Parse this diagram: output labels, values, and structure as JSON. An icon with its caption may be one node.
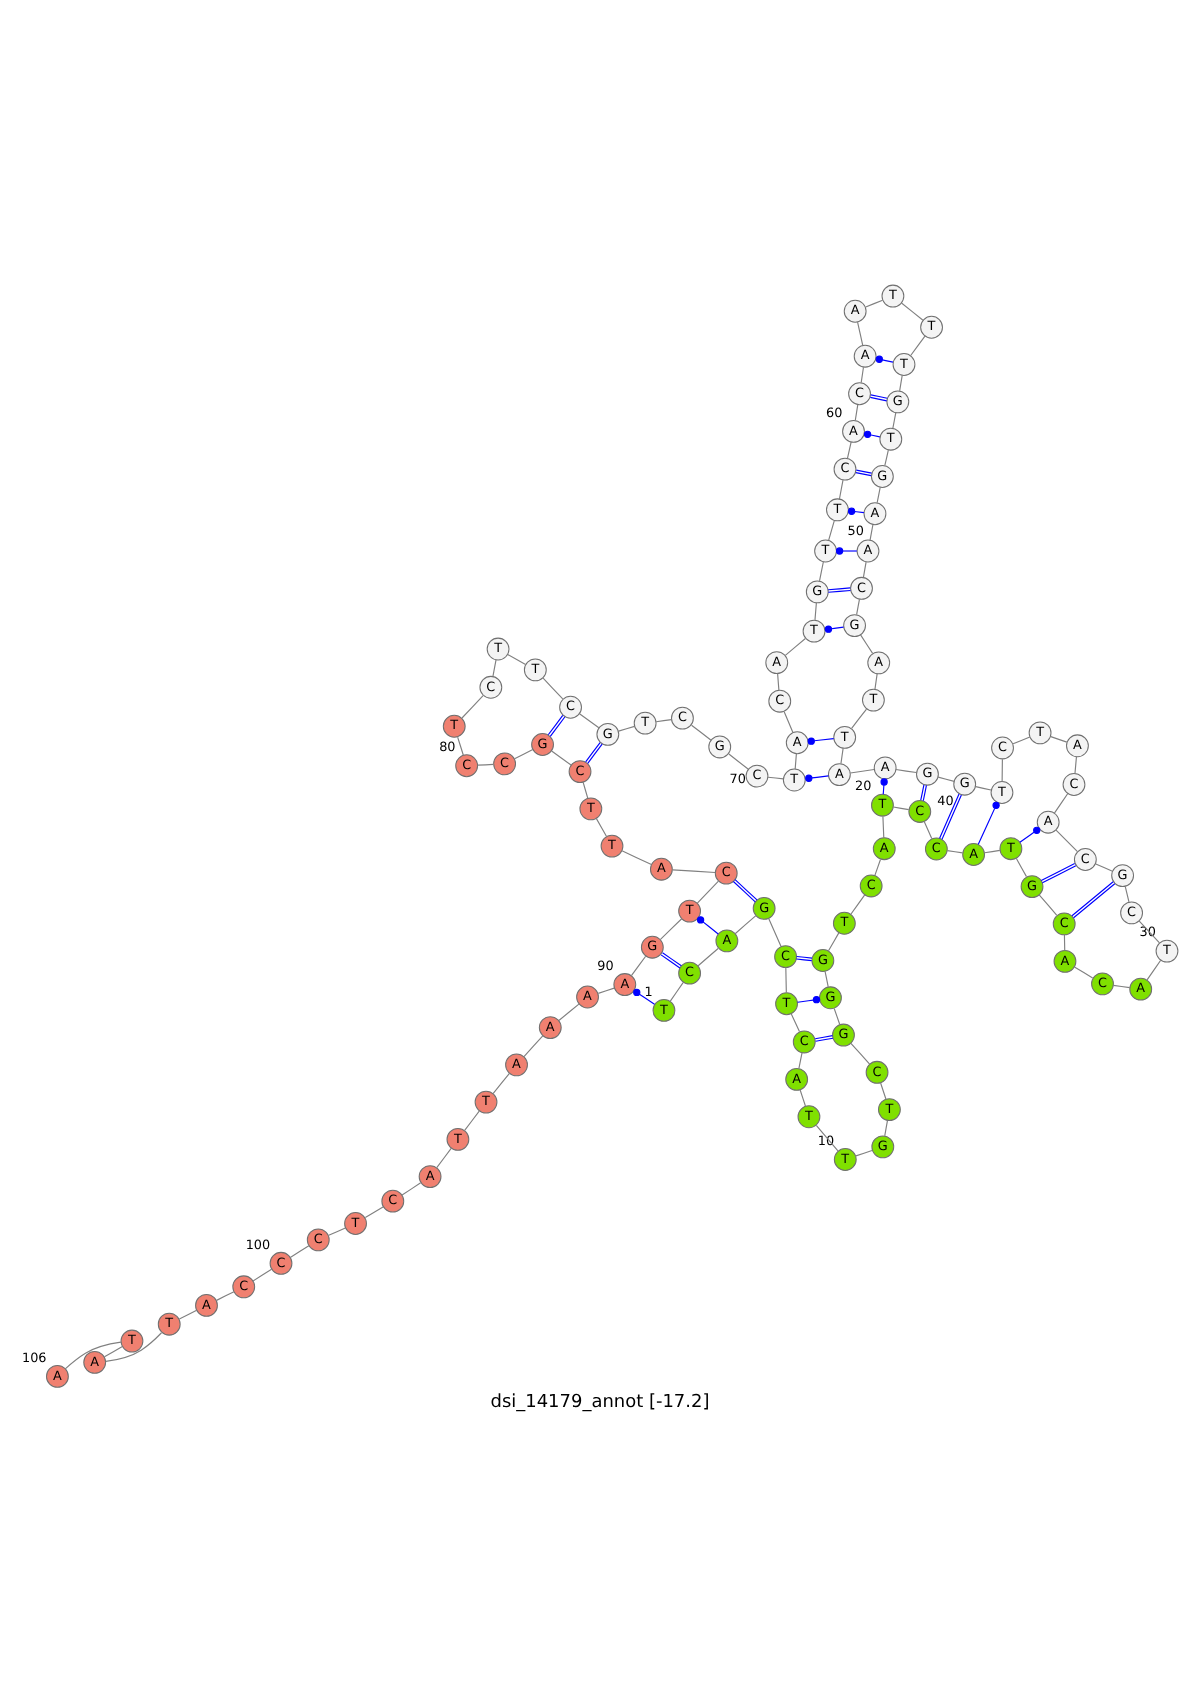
{
  "diagram": {
    "caption": "dsi_14179_annot [-17.2]",
    "nodes": [
      {
        "text": [
          "T"
        ],
        "beside": [
          "1"
        ]
      },
      {
        "text": [
          "C"
        ]
      },
      {
        "text": [
          "A"
        ]
      },
      {
        "text": [
          "G"
        ]
      },
      {
        "text": [
          "C"
        ]
      },
      {
        "text": [
          "T"
        ]
      },
      {
        "text": [
          "C"
        ]
      },
      {
        "text": [
          "A"
        ]
      },
      {
        "text": [
          "T"
        ]
      },
      {
        "text": [
          "T"
        ],
        "beside": [
          "10"
        ]
      },
      {
        "text": [
          "G"
        ]
      },
      {
        "text": [
          "T"
        ]
      },
      {
        "text": [
          "C"
        ]
      },
      {
        "text": [
          "G"
        ]
      },
      {
        "text": [
          "G"
        ]
      },
      {
        "text": [
          "G"
        ]
      },
      {
        "text": [
          "T"
        ]
      },
      {
        "text": [
          "C"
        ]
      },
      {
        "text": [
          "A"
        ]
      },
      {
        "text": [
          "T"
        ],
        "beside": [
          "20"
        ]
      },
      {
        "text": [
          "C"
        ]
      },
      {
        "text": [
          "C"
        ]
      },
      {
        "text": [
          "A"
        ]
      },
      {
        "text": [
          "T"
        ]
      },
      {
        "text": [
          "G"
        ]
      },
      {
        "text": [
          "C"
        ]
      },
      {
        "text": [
          "A"
        ]
      },
      {
        "text": [
          "C"
        ]
      },
      {
        "text": [
          "A"
        ]
      },
      {
        "text": [
          "T"
        ],
        "beside": [
          "30"
        ]
      },
      {
        "text": [
          "C"
        ]
      },
      {
        "text": [
          "G"
        ]
      },
      {
        "text": [
          "C"
        ]
      },
      {
        "text": [
          "A"
        ]
      },
      {
        "text": [
          "C"
        ]
      },
      {
        "text": [
          "A"
        ]
      },
      {
        "text": [
          "T"
        ]
      },
      {
        "text": [
          "C"
        ]
      },
      {
        "text": [
          "T"
        ]
      },
      {
        "text": [
          "G"
        ],
        "beside": [
          "40"
        ]
      },
      {
        "text": [
          "G"
        ]
      },
      {
        "text": [
          "A"
        ]
      },
      {
        "text": [
          "A"
        ]
      },
      {
        "text": [
          "T"
        ]
      },
      {
        "text": [
          "T"
        ]
      },
      {
        "text": [
          "A"
        ]
      },
      {
        "text": [
          "G"
        ]
      },
      {
        "text": [
          "C"
        ]
      },
      {
        "text": [
          "A"
        ]
      },
      {
        "text": [
          "A"
        ],
        "beside": [
          "50"
        ]
      },
      {
        "text": [
          "G"
        ]
      },
      {
        "text": [
          "T"
        ]
      },
      {
        "text": [
          "G"
        ]
      },
      {
        "text": [
          "T"
        ]
      },
      {
        "text": [
          "T"
        ]
      },
      {
        "text": [
          "T"
        ]
      },
      {
        "text": [
          "A"
        ]
      },
      {
        "text": [
          "A"
        ]
      },
      {
        "text": [
          "C"
        ]
      },
      {
        "text": [
          "A"
        ],
        "beside": [
          "60"
        ]
      },
      {
        "text": [
          "C"
        ]
      },
      {
        "text": [
          "T"
        ]
      },
      {
        "text": [
          "T"
        ]
      },
      {
        "text": [
          "G"
        ]
      },
      {
        "text": [
          "T"
        ]
      },
      {
        "text": [
          "A"
        ]
      },
      {
        "text": [
          "C"
        ]
      },
      {
        "text": [
          "A"
        ]
      },
      {
        "text": [
          "T"
        ]
      },
      {
        "text": [
          "C"
        ],
        "beside": [
          "70"
        ]
      },
      {
        "text": [
          "G"
        ]
      },
      {
        "text": [
          "C"
        ]
      },
      {
        "text": [
          "T"
        ]
      },
      {
        "text": [
          "G"
        ]
      },
      {
        "text": [
          "C"
        ]
      },
      {
        "text": [
          "T"
        ]
      },
      {
        "text": [
          "T"
        ]
      },
      {
        "text": [
          "C"
        ]
      },
      {
        "text": [
          "T"
        ]
      },
      {
        "text": [
          "C"
        ],
        "beside": [
          "80"
        ]
      },
      {
        "text": [
          "C"
        ]
      },
      {
        "text": [
          "G"
        ]
      },
      {
        "text": [
          "C"
        ]
      },
      {
        "text": [
          "T"
        ]
      },
      {
        "text": [
          "T"
        ]
      },
      {
        "text": [
          "A"
        ]
      },
      {
        "text": [
          "C"
        ]
      },
      {
        "text": [
          "T"
        ]
      },
      {
        "text": [
          "G"
        ]
      },
      {
        "text": [
          "A"
        ],
        "beside": [
          "90"
        ]
      },
      {
        "text": [
          "A"
        ]
      },
      {
        "text": [
          "A"
        ]
      },
      {
        "text": [
          "A"
        ]
      },
      {
        "text": [
          "T"
        ]
      },
      {
        "text": [
          "T"
        ]
      },
      {
        "text": [
          "A"
        ]
      },
      {
        "text": [
          "C"
        ]
      },
      {
        "text": [
          "T"
        ]
      },
      {
        "text": [
          "C"
        ]
      },
      {
        "text": [
          "C"
        ],
        "beside": [
          "100"
        ]
      },
      {
        "text": [
          "C"
        ]
      },
      {
        "text": [
          "A"
        ]
      },
      {
        "text": [
          "T"
        ]
      },
      {
        "text": [
          "A"
        ]
      },
      {
        "text": [
          "T"
        ]
      },
      {
        "text": [
          "A"
        ],
        "beside": [
          "106"
        ]
      }
    ],
    "edges": [
      {
        "from": 0,
        "to": 1,
        "arrow": "none"
      },
      {
        "from": 1,
        "to": 2,
        "arrow": "none"
      },
      {
        "from": 2,
        "to": 3,
        "arrow": "none"
      },
      {
        "from": 3,
        "to": 4,
        "arrow": "none"
      },
      {
        "from": 4,
        "to": 5,
        "arrow": "none"
      },
      {
        "from": 5,
        "to": 6,
        "arrow": "none"
      },
      {
        "from": 6,
        "to": 7,
        "arrow": "none"
      },
      {
        "from": 7,
        "to": 8,
        "arrow": "none"
      },
      {
        "from": 8,
        "to": 9,
        "arrow": "none"
      },
      {
        "from": 9,
        "to": 10,
        "arrow": "none"
      },
      {
        "from": 10,
        "to": 11,
        "arrow": "none"
      },
      {
        "from": 11,
        "to": 12,
        "arrow": "none"
      },
      {
        "from": 12,
        "to": 13,
        "arrow": "none"
      },
      {
        "from": 13,
        "to": 14,
        "arrow": "none"
      },
      {
        "from": 14,
        "to": 15,
        "arrow": "none"
      },
      {
        "from": 15,
        "to": 16,
        "arrow": "none"
      },
      {
        "from": 16,
        "to": 17,
        "arrow": "none"
      },
      {
        "from": 17,
        "to": 18,
        "arrow": "none"
      },
      {
        "from": 18,
        "to": 19,
        "arrow": "none"
      },
      {
        "from": 19,
        "to": 20,
        "arrow": "none"
      },
      {
        "from": 20,
        "to": 21,
        "arrow": "none"
      },
      {
        "from": 21,
        "to": 22,
        "arrow": "none"
      },
      {
        "from": 22,
        "to": 23,
        "arrow": "none"
      },
      {
        "from": 23,
        "to": 24,
        "arrow": "none"
      },
      {
        "from": 24,
        "to": 25,
        "arrow": "none"
      },
      {
        "from": 25,
        "to": 26,
        "arrow": "none"
      },
      {
        "from": 26,
        "to": 27,
        "arrow": "none"
      },
      {
        "from": 27,
        "to": 28,
        "arrow": "none"
      },
      {
        "from": 28,
        "to": 29,
        "arrow": "none"
      },
      {
        "from": 29,
        "to": 30,
        "arrow": "none"
      },
      {
        "from": 30,
        "to": 31,
        "arrow": "none"
      },
      {
        "from": 31,
        "to": 32,
        "arrow": "none"
      },
      {
        "from": 32,
        "to": 33,
        "arrow": "none"
      },
      {
        "from": 33,
        "to": 34,
        "arrow": "none"
      },
      {
        "from": 34,
        "to": 35,
        "arrow": "none"
      },
      {
        "from": 35,
        "to": 36,
        "arrow": "none"
      },
      {
        "from": 36,
        "to": 37,
        "arrow": "none"
      },
      {
        "from": 37,
        "to": 38,
        "arrow": "none"
      },
      {
        "from": 38,
        "to": 39,
        "arrow": "none"
      },
      {
        "from": 39,
        "to": 40,
        "arrow": "none"
      },
      {
        "from": 40,
        "to": 41,
        "arrow": "none"
      },
      {
        "from": 41,
        "to": 42,
        "arrow": "none"
      },
      {
        "from": 42,
        "to": 43,
        "arrow": "none"
      },
      {
        "from": 43,
        "to": 44,
        "arrow": "none"
      },
      {
        "from": 44,
        "to": 45,
        "arrow": "none"
      },
      {
        "from": 45,
        "to": 46,
        "arrow": "none"
      },
      {
        "from": 46,
        "to": 47,
        "arrow": "none"
      },
      {
        "from": 47,
        "to": 48,
        "arrow": "none"
      },
      {
        "from": 48,
        "to": 49,
        "arrow": "none"
      },
      {
        "from": 49,
        "to": 50,
        "arrow": "none"
      },
      {
        "from": 50,
        "to": 51,
        "arrow": "none"
      },
      {
        "from": 51,
        "to": 52,
        "arrow": "none"
      },
      {
        "from": 52,
        "to": 53,
        "arrow": "none"
      },
      {
        "from": 53,
        "to": 54,
        "arrow": "none"
      },
      {
        "from": 54,
        "to": 55,
        "arrow": "none"
      },
      {
        "from": 55,
        "to": 56,
        "arrow": "none"
      },
      {
        "from": 56,
        "to": 57,
        "arrow": "none"
      },
      {
        "from": 57,
        "to": 58,
        "arrow": "none"
      },
      {
        "from": 58,
        "to": 59,
        "arrow": "none"
      },
      {
        "from": 59,
        "to": 60,
        "arrow": "none"
      },
      {
        "from": 60,
        "to": 61,
        "arrow": "none"
      },
      {
        "from": 61,
        "to": 62,
        "arrow": "none"
      },
      {
        "from": 62,
        "to": 63,
        "arrow": "none"
      },
      {
        "from": 63,
        "to": 64,
        "arrow": "none"
      },
      {
        "from": 64,
        "to": 65,
        "arrow": "none"
      },
      {
        "from": 65,
        "to": 66,
        "arrow": "none"
      },
      {
        "from": 66,
        "to": 67,
        "arrow": "none"
      },
      {
        "from": 67,
        "to": 68,
        "arrow": "none"
      },
      {
        "from": 68,
        "to": 69,
        "arrow": "none"
      },
      {
        "from": 69,
        "to": 70,
        "arrow": "none"
      },
      {
        "from": 70,
        "to": 71,
        "arrow": "none"
      },
      {
        "from": 71,
        "to": 72,
        "arrow": "none"
      },
      {
        "from": 72,
        "to": 73,
        "arrow": "none"
      },
      {
        "from": 73,
        "to": 74,
        "arrow": "none"
      },
      {
        "from": 74,
        "to": 75,
        "arrow": "none"
      },
      {
        "from": 75,
        "to": 76,
        "arrow": "none"
      },
      {
        "from": 76,
        "to": 77,
        "arrow": "none"
      },
      {
        "from": 77,
        "to": 78,
        "arrow": "none"
      },
      {
        "from": 78,
        "to": 79,
        "arrow": "none"
      },
      {
        "from": 79,
        "to": 80,
        "arrow": "none"
      },
      {
        "from": 80,
        "to": 81,
        "arrow": "none"
      },
      {
        "from": 81,
        "to": 82,
        "arrow": "none"
      },
      {
        "from": 82,
        "to": 83,
        "arrow": "none"
      },
      {
        "from": 83,
        "to": 84,
        "arrow": "none"
      },
      {
        "from": 84,
        "to": 85,
        "arrow": "none"
      },
      {
        "from": 85,
        "to": 86,
        "arrow": "none"
      },
      {
        "from": 86,
        "to": 87,
        "arrow": "none"
      },
      {
        "from": 87,
        "to": 88,
        "arrow": "none"
      },
      {
        "from": 88,
        "to": 89,
        "arrow": "none"
      },
      {
        "from": 89,
        "to": 90,
        "arrow": "none"
      },
      {
        "from": 90,
        "to": 91,
        "arrow": "none"
      },
      {
        "from": 91,
        "to": 92,
        "arrow": "none"
      },
      {
        "from": 92,
        "to": 93,
        "arrow": "none"
      },
      {
        "from": 93,
        "to": 94,
        "arrow": "none"
      },
      {
        "from": 94,
        "to": 95,
        "arrow": "none"
      },
      {
        "from": 95,
        "to": 96,
        "arrow": "none"
      },
      {
        "from": 96,
        "to": 97,
        "arrow": "none"
      },
      {
        "from": 97,
        "to": 98,
        "arrow": "none"
      },
      {
        "from": 98,
        "to": 99,
        "arrow": "none"
      },
      {
        "from": 99,
        "to": 100,
        "arrow": "none"
      },
      {
        "from": 100,
        "to": 101,
        "arrow": "none"
      },
      {
        "from": 101,
        "to": 102,
        "arrow": "none"
      },
      {
        "from": 102,
        "to": 103,
        "arrow": "none"
      },
      {
        "from": 103,
        "to": 104,
        "arrow": "none"
      },
      {
        "from": 104,
        "to": 105,
        "arrow": "none"
      },
      {
        "from": 0,
        "to": 89,
        "arrow": "other",
        "color": "#0000ff"
      },
      {
        "from": 1,
        "to": 88,
        "arrow": "none",
        "color": "#0000ff"
      },
      {
        "from": 2,
        "to": 87,
        "arrow": "other",
        "color": "#0000ff"
      },
      {
        "from": 3,
        "to": 86,
        "arrow": "none",
        "color": "#0000ff"
      },
      {
        "from": 4,
        "to": 15,
        "arrow": "none",
        "color": "#0000ff"
      },
      {
        "from": 5,
        "to": 14,
        "arrow": "other",
        "color": "#0000ff"
      },
      {
        "from": 6,
        "to": 13,
        "arrow": "none",
        "color": "#0000ff"
      },
      {
        "from": 19,
        "to": 41,
        "arrow": "other",
        "color": "#0000ff"
      },
      {
        "from": 20,
        "to": 40,
        "arrow": "none",
        "color": "#0000ff"
      },
      {
        "from": 21,
        "to": 39,
        "arrow": "none",
        "color": "#0000ff"
      },
      {
        "from": 22,
        "to": 38,
        "arrow": "other",
        "color": "#0000ff"
      },
      {
        "from": 23,
        "to": 33,
        "arrow": "other",
        "color": "#0000ff"
      },
      {
        "from": 24,
        "to": 32,
        "arrow": "none",
        "color": "#0000ff"
      },
      {
        "from": 25,
        "to": 31,
        "arrow": "none",
        "color": "#0000ff"
      },
      {
        "from": 42,
        "to": 68,
        "arrow": "other",
        "color": "#0000ff"
      },
      {
        "from": 43,
        "to": 67,
        "arrow": "other",
        "color": "#0000ff"
      },
      {
        "from": 46,
        "to": 64,
        "arrow": "other",
        "color": "#0000ff"
      },
      {
        "from": 47,
        "to": 63,
        "arrow": "none",
        "color": "#0000ff"
      },
      {
        "from": 48,
        "to": 62,
        "arrow": "other",
        "color": "#0000ff"
      },
      {
        "from": 49,
        "to": 61,
        "arrow": "other",
        "color": "#0000ff"
      },
      {
        "from": 50,
        "to": 60,
        "arrow": "none",
        "color": "#0000ff"
      },
      {
        "from": 51,
        "to": 59,
        "arrow": "other",
        "color": "#0000ff"
      },
      {
        "from": 52,
        "to": 58,
        "arrow": "none",
        "color": "#0000ff"
      },
      {
        "from": 53,
        "to": 57,
        "arrow": "other",
        "color": "#0000ff"
      },
      {
        "from": 73,
        "to": 82,
        "arrow": "none",
        "color": "#0000ff"
      },
      {
        "from": 74,
        "to": 81,
        "arrow": "none",
        "color": "#0000ff"
      }
    ]
  }
}
